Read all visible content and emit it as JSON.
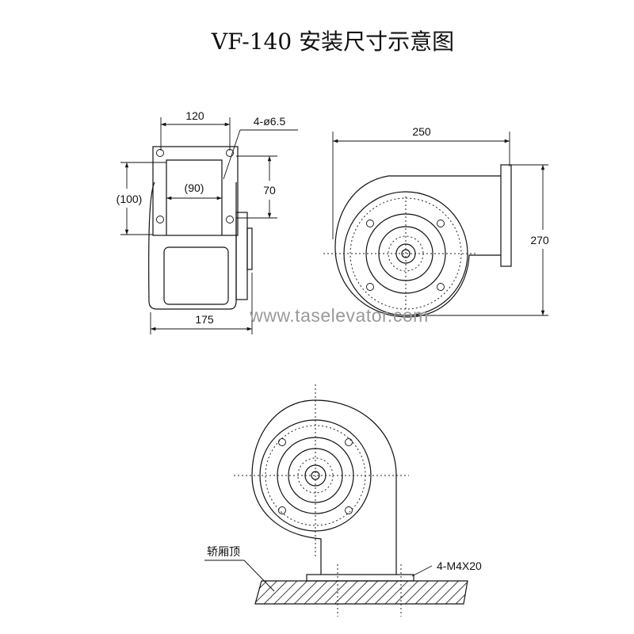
{
  "title": "VF-140 安装尺寸示意图",
  "side_view": {
    "flange_width": "120",
    "hole_spec": "4-ø6.5",
    "flange_height": "(100)",
    "opening_width": "(90)",
    "hole_spacing": "70",
    "overall_depth": "175"
  },
  "front_view": {
    "overall_width": "250",
    "overall_height": "270"
  },
  "installed_view": {
    "car_top_label": "轿厢顶",
    "bolt_spec": "4-M4X20"
  },
  "watermark": "www.taselevator.com"
}
